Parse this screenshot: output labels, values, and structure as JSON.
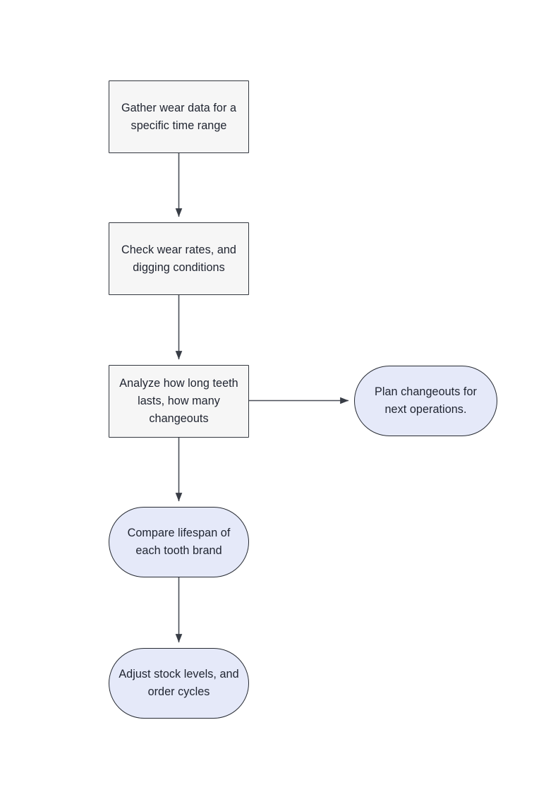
{
  "diagram": {
    "type": "flowchart",
    "direction": "top-to-bottom",
    "background_color": "#ffffff",
    "colors": {
      "process_fill": "#f6f6f6",
      "process_stroke": "#33373f",
      "terminal_fill": "#e5e9f9",
      "terminal_stroke": "#272b33",
      "edge_stroke": "#4a4f58",
      "text": "#1f2430"
    },
    "nodes": [
      {
        "id": "gather",
        "shape": "rectangle",
        "label": "Gather wear data for a specific time range"
      },
      {
        "id": "check",
        "shape": "rectangle",
        "label": "Check wear rates, and digging conditions"
      },
      {
        "id": "analyze",
        "shape": "rectangle",
        "label": "Analyze how long teeth lasts, how many changeouts"
      },
      {
        "id": "plan",
        "shape": "stadium",
        "label": "Plan changeouts for next operations."
      },
      {
        "id": "compare",
        "shape": "stadium",
        "label": "Compare lifespan of each tooth brand"
      },
      {
        "id": "adjust",
        "shape": "stadium",
        "label": "Adjust stock levels, and order cycles"
      }
    ],
    "edges": [
      {
        "id": "gather-to-check",
        "from": "gather",
        "to": "check",
        "label": "",
        "direction": "down"
      },
      {
        "id": "check-to-analyze",
        "from": "check",
        "to": "analyze",
        "label": "",
        "direction": "down"
      },
      {
        "id": "analyze-to-plan",
        "from": "analyze",
        "to": "plan",
        "label": "",
        "direction": "right"
      },
      {
        "id": "analyze-to-compare",
        "from": "analyze",
        "to": "compare",
        "label": "",
        "direction": "down"
      },
      {
        "id": "compare-to-adjust",
        "from": "compare",
        "to": "adjust",
        "label": "",
        "direction": "down"
      }
    ]
  }
}
